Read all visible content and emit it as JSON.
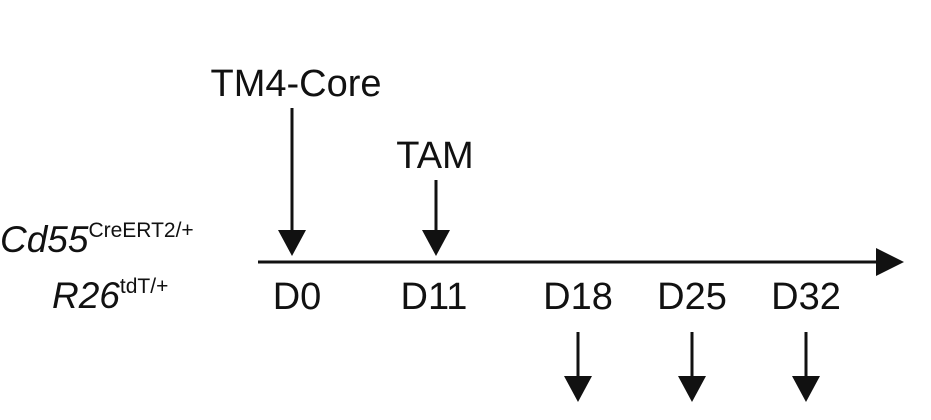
{
  "genotype": {
    "line1": {
      "base": "Cd55",
      "sup": "CreERT2/+"
    },
    "line2": {
      "base": "R26",
      "sup": "tdT/+"
    }
  },
  "events": {
    "core": {
      "label": "TM4-Core",
      "day": "D0"
    },
    "tam": {
      "label": "TAM",
      "day": "D11"
    }
  },
  "timepoints": [
    "D0",
    "D11",
    "D18",
    "D25",
    "D32"
  ],
  "harvest_days": [
    "D18",
    "D25",
    "D32"
  ],
  "colors": {
    "ink": "#111111",
    "background": "#ffffff"
  }
}
